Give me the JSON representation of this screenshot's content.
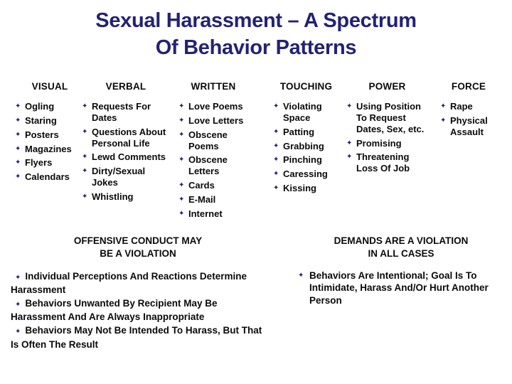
{
  "slide_title": {
    "line1": "Sexual Harassment – A Spectrum",
    "line2": "Of Behavior Patterns"
  },
  "bullet_glyph": "✦",
  "colors": {
    "title_navy": "#232274",
    "bullet_navy": "#232274",
    "body_text": "#0a0a0a",
    "background": "#ffffff"
  },
  "spectrum_columns": [
    {
      "header": "VISUAL",
      "items": [
        "Ogling",
        "Staring",
        "Posters",
        "Magazines",
        "Flyers",
        "Calendars"
      ]
    },
    {
      "header": "VERBAL",
      "items": [
        "Requests For Dates",
        "Questions About Personal Life",
        "Lewd Comments",
        "Dirty/Sexual Jokes",
        "Whistling"
      ]
    },
    {
      "header": "WRITTEN",
      "items": [
        "Love Poems",
        "Love Letters",
        "Obscene Poems",
        "Obscene Letters",
        "Cards",
        "E-Mail",
        "Internet"
      ]
    },
    {
      "header": "TOUCHING",
      "items": [
        "Violating Space",
        "Patting",
        "Grabbing",
        "Pinching",
        "Caressing",
        "Kissing"
      ]
    },
    {
      "header": "POWER",
      "items": [
        "Using Position To Request Dates, Sex, etc.",
        "Promising",
        "Threatening Loss Of Job"
      ]
    },
    {
      "header": "FORCE",
      "items": [
        "Rape",
        "Physical Assault"
      ]
    }
  ],
  "bottom_sections": {
    "offensive": {
      "heading_line1": "OFFENSIVE CONDUCT MAY",
      "heading_line2": "BE A VIOLATION",
      "items": [
        "Individual Perceptions And Reactions Determine Harassment",
        "Behaviors Unwanted By Recipient May Be Harassment And Are Always Inappropriate",
        "Behaviors May Not Be Intended To Harass, But That Is Often The Result"
      ]
    },
    "demands": {
      "heading_line1": "DEMANDS ARE A VIOLATION",
      "heading_line2": "IN ALL CASES",
      "items": [
        "Behaviors Are Intentional; Goal Is To Intimidate, Harass And/Or Hurt Another Person"
      ]
    }
  }
}
